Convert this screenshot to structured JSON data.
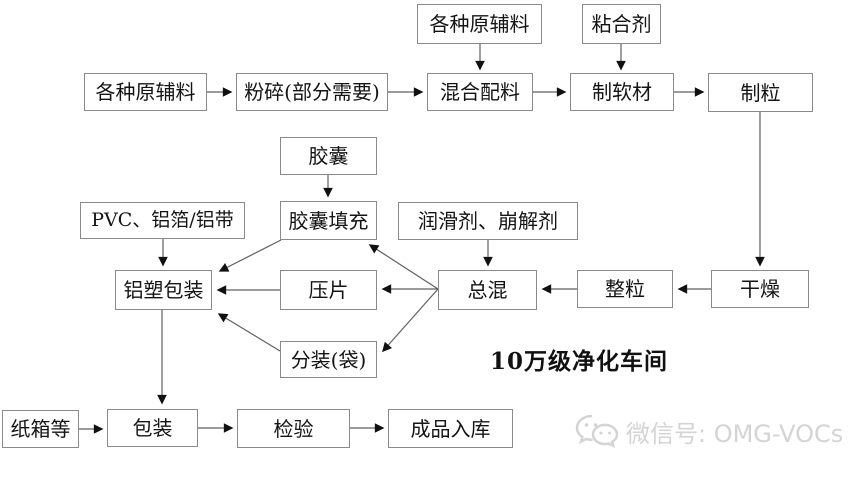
{
  "flowchart": {
    "annotation": "10万级净化车间",
    "nodes": {
      "raw_materials_top": {
        "label": "各种原辅料"
      },
      "binder": {
        "label": "粘合剂"
      },
      "raw_materials_left": {
        "label": "各种原辅料"
      },
      "crushing": {
        "label": "粉碎(部分需要)"
      },
      "mixing": {
        "label": "混合配料"
      },
      "soft_material": {
        "label": "制软材"
      },
      "granulation": {
        "label": "制粒"
      },
      "capsule": {
        "label": "胶囊"
      },
      "pvc_foil": {
        "label": "PVC、铝箔/铝带"
      },
      "capsule_filling": {
        "label": "胶囊填充"
      },
      "lubricant_disintegrant": {
        "label": "润滑剂、崩解剂"
      },
      "blister_packaging": {
        "label": "铝塑包装"
      },
      "tablet_pressing": {
        "label": "压片"
      },
      "final_blending": {
        "label": "总混"
      },
      "granule_sizing": {
        "label": "整粒"
      },
      "drying": {
        "label": "干燥"
      },
      "bag_filling": {
        "label": "分装(袋)"
      },
      "cartons": {
        "label": "纸箱等"
      },
      "packing": {
        "label": "包装"
      },
      "inspection": {
        "label": "检验"
      },
      "warehousing": {
        "label": "成品入库"
      }
    },
    "edges": [
      {
        "from": "raw_materials_top",
        "to": "mixing"
      },
      {
        "from": "binder",
        "to": "soft_material"
      },
      {
        "from": "raw_materials_left",
        "to": "crushing"
      },
      {
        "from": "crushing",
        "to": "mixing"
      },
      {
        "from": "mixing",
        "to": "soft_material"
      },
      {
        "from": "soft_material",
        "to": "granulation"
      },
      {
        "from": "granulation",
        "to": "drying"
      },
      {
        "from": "drying",
        "to": "granule_sizing"
      },
      {
        "from": "granule_sizing",
        "to": "final_blending"
      },
      {
        "from": "lubricant_disintegrant",
        "to": "final_blending"
      },
      {
        "from": "capsule",
        "to": "capsule_filling"
      },
      {
        "from": "final_blending",
        "to": "capsule_filling"
      },
      {
        "from": "final_blending",
        "to": "tablet_pressing"
      },
      {
        "from": "final_blending",
        "to": "bag_filling"
      },
      {
        "from": "capsule_filling",
        "to": "blister_packaging"
      },
      {
        "from": "tablet_pressing",
        "to": "blister_packaging"
      },
      {
        "from": "bag_filling",
        "to": "blister_packaging"
      },
      {
        "from": "pvc_foil",
        "to": "blister_packaging"
      },
      {
        "from": "blister_packaging",
        "to": "packing"
      },
      {
        "from": "cartons",
        "to": "packing"
      },
      {
        "from": "packing",
        "to": "inspection"
      },
      {
        "from": "inspection",
        "to": "warehousing"
      }
    ],
    "watermark": {
      "icon": "wechat-icon",
      "text": "微信号: OMG-VOCs"
    },
    "colors": {
      "background": "#ffffff",
      "box_border": "#8a8a8a",
      "line": "#5f5f5f",
      "arrowhead": "#111111",
      "text": "#141414",
      "watermark_text": "#d4d4d4"
    }
  }
}
